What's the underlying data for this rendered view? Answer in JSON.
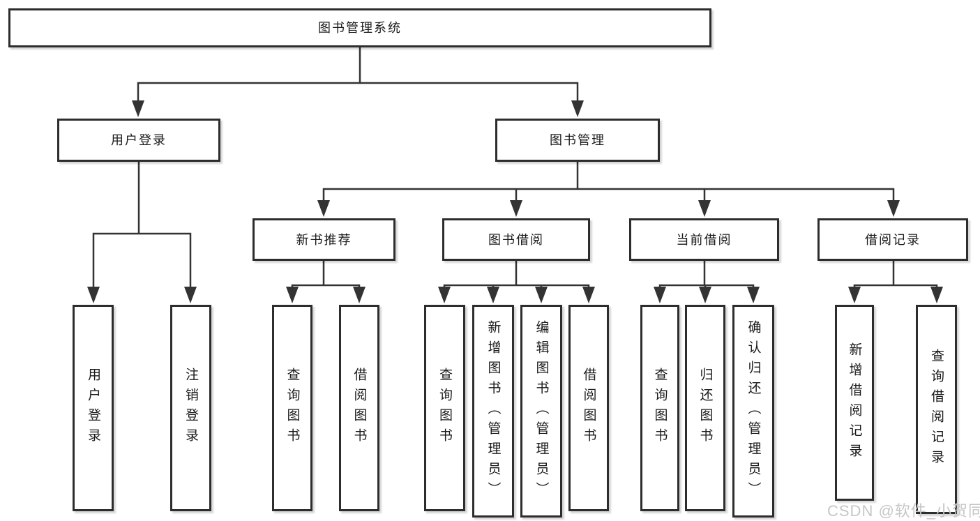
{
  "tree": {
    "label": "图书管理系统",
    "children": [
      {
        "label": "用户登录",
        "children": [
          {
            "label": "用户登录"
          },
          {
            "label": "注销登录"
          }
        ]
      },
      {
        "label": "图书管理",
        "children": [
          {
            "label": "新书推荐",
            "children": [
              {
                "label": "查询图书"
              },
              {
                "label": "借阅图书"
              }
            ]
          },
          {
            "label": "图书借阅",
            "children": [
              {
                "label": "查询图书"
              },
              {
                "label": "新增图书（管理员）"
              },
              {
                "label": "编辑图书（管理员）"
              },
              {
                "label": "借阅图书"
              }
            ]
          },
          {
            "label": "当前借阅",
            "children": [
              {
                "label": "查询图书"
              },
              {
                "label": "归还图书"
              },
              {
                "label": "确认归还（管理员）"
              }
            ]
          },
          {
            "label": "借阅记录",
            "children": [
              {
                "label": "新增借阅记录"
              },
              {
                "label": "查询借阅记录"
              }
            ]
          }
        ]
      }
    ]
  },
  "watermark": "CSDN @软件_小贺同学",
  "colors": {
    "line": "#333333",
    "box_border": "#2d2d2d",
    "text": "#1a1a1a",
    "watermark": "#c6c6c6",
    "background": "#ffffff"
  }
}
